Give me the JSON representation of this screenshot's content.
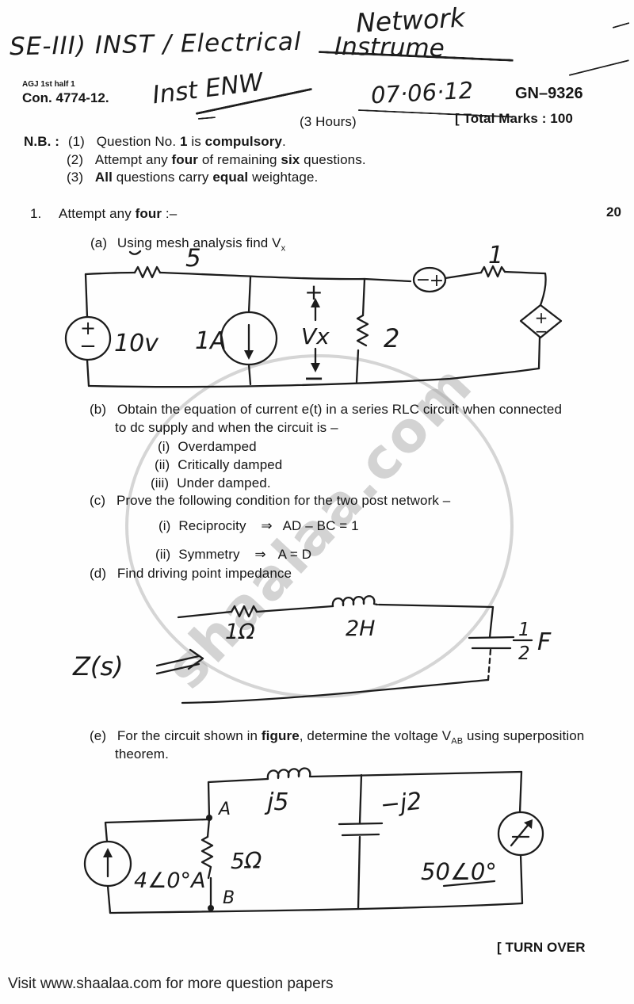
{
  "watermark": {
    "text": "shaalaa.com"
  },
  "header": {
    "subject_new": "Network",
    "course_line": "SE-III) INST / Electrical",
    "struck_word": "Instrume",
    "batch_code": "AGJ 1st half 1",
    "con_number": "Con. 4774-12.",
    "note": "Inst ENW",
    "date": "07·06·12",
    "paper_code": "GN–9326",
    "duration": "(3 Hours)",
    "total_marks": "[ Total Marks : 100"
  },
  "nb": {
    "label": "N.B. :",
    "i1_num": "(1)",
    "i1_a": "Question No. ",
    "i1_b": "1",
    "i1_c": " is ",
    "i1_d": "compulsory",
    "i1_e": ".",
    "i2_num": "(2)",
    "i2_a": "Attempt any ",
    "i2_b": "four",
    "i2_c": " of remaining ",
    "i2_d": "six",
    "i2_e": " questions.",
    "i3_num": "(3)",
    "i3_a": "All",
    "i3_b": " questions carry ",
    "i3_c": "equal",
    "i3_d": " weightage."
  },
  "q1": {
    "num": "1.",
    "head_a": "Attempt any ",
    "head_b": "four",
    "head_c": " :–",
    "marks": "20",
    "a_num": "(a)",
    "a_text": "Using mesh analysis find V",
    "a_sub": "x",
    "b_num": "(b)",
    "b_line1": "Obtain the equation of current e(t) in a series RLC circuit when connected",
    "b_line2": "to dc supply and when the circuit is –",
    "b_i_num": "(i)",
    "b_i": "Overdamped",
    "b_ii_num": "(ii)",
    "b_ii": "Critically damped",
    "b_iii_num": "(iii)",
    "b_iii": "Under damped.",
    "c_num": "(c)",
    "c_text": "Prove the following condition for the two post network –",
    "c_i_num": "(i)",
    "c_i_name": "Reciprocity",
    "c_i_arrow": "⇒",
    "c_i_eq": "AD – BC = 1",
    "c_ii_num": "(ii)",
    "c_ii_name": "Symmetry",
    "c_ii_arrow": "⇒",
    "c_ii_eq": "A = D",
    "d_num": "(d)",
    "d_text": "Find driving point impedance",
    "e_num": "(e)",
    "e_line1a": "For the circuit shown in ",
    "e_line1b": "figure",
    "e_line1c": ", determine the voltage V",
    "e_sub": "AB",
    "e_line1d": " using superposition",
    "e_line2": "theorem."
  },
  "circuit_a": {
    "r_top_left": "5",
    "r_top_right": "1",
    "r_middle": "2",
    "v_source": "10v",
    "i_source": "1A",
    "vx": "Vx",
    "plus": "+",
    "minus": "−",
    "cs_minus": "−",
    "cs_plus": "+",
    "dep_plus": "+",
    "dep_minus": "−"
  },
  "circuit_d": {
    "label": "Z(s)",
    "r": "1Ω",
    "l": "2H",
    "c_num": "1",
    "c_den": "2",
    "c_unit": "F"
  },
  "circuit_e": {
    "l": "j5",
    "c": "−j2",
    "r": "5Ω",
    "node_a": "A",
    "node_b": "B",
    "i_source": "4∠0°A",
    "v_source": "50∠0°"
  },
  "footer": {
    "turn_over": "[ TURN OVER",
    "visit": "Visit www.shaalaa.com for more question papers"
  }
}
